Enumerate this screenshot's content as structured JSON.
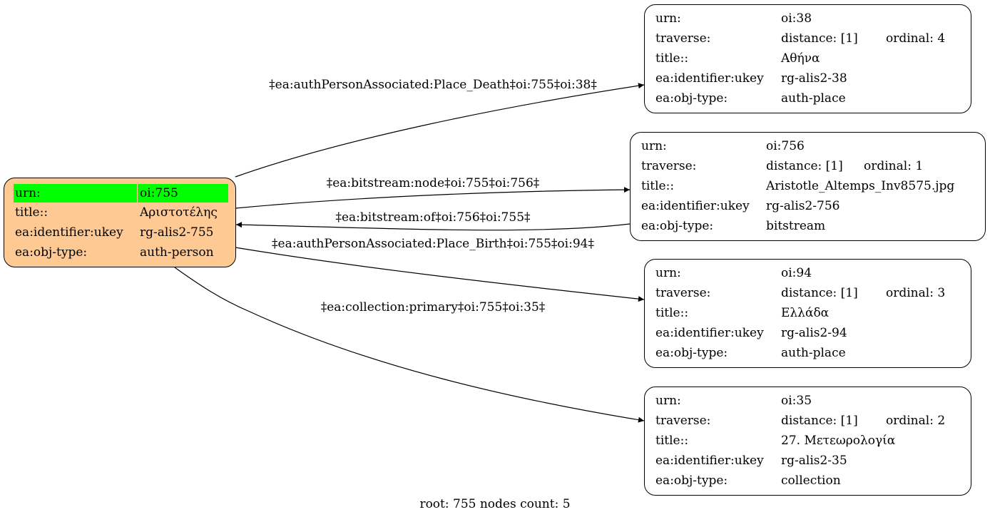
{
  "root_node": {
    "rows": [
      {
        "key": "urn:",
        "value": "oi:755"
      },
      {
        "key": "title::",
        "value": "Αριστοτέλης"
      },
      {
        "key": "ea:identifier:ukey",
        "value": "rg-alis2-755"
      },
      {
        "key": "ea:obj-type:",
        "value": "auth-person"
      }
    ]
  },
  "nodes": [
    {
      "id": "oi38",
      "urn": "oi:38",
      "distance": "distance: [1]",
      "ordinal": "ordinal: 4",
      "title": "Αθήνα",
      "ukey": "rg-alis2-38",
      "type": "auth-place"
    },
    {
      "id": "oi756",
      "urn": "oi:756",
      "distance": "distance: [1]",
      "ordinal": "ordinal: 1",
      "title": "Aristotle_Altemps_Inv8575.jpg",
      "ukey": "rg-alis2-756",
      "type": "bitstream"
    },
    {
      "id": "oi94",
      "urn": "oi:94",
      "distance": "distance: [1]",
      "ordinal": "ordinal: 3",
      "title": "Ελλάδα",
      "ukey": "rg-alis2-94",
      "type": "auth-place"
    },
    {
      "id": "oi35",
      "urn": "oi:35",
      "distance": "distance: [1]",
      "ordinal": "ordinal: 2",
      "title": "27. Μετεωρολογία",
      "ukey": "rg-alis2-35",
      "type": "collection"
    }
  ],
  "keys": {
    "urn": "urn:",
    "traverse": "traverse:",
    "title": "title::",
    "ukey": "ea:identifier:ukey",
    "type": "ea:obj-type:"
  },
  "edges": [
    {
      "label": "‡ea:authPersonAssociated:Place_Death‡oi:755‡oi:38‡"
    },
    {
      "label": "‡ea:bitstream:node‡oi:755‡oi:756‡"
    },
    {
      "label": "‡ea:bitstream:of‡oi:756‡oi:755‡"
    },
    {
      "label": "‡ea:authPersonAssociated:Place_Birth‡oi:755‡oi:94‡"
    },
    {
      "label": "‡ea:collection:primary‡oi:755‡oi:35‡"
    }
  ],
  "footer": "root: 755 nodes count: 5"
}
